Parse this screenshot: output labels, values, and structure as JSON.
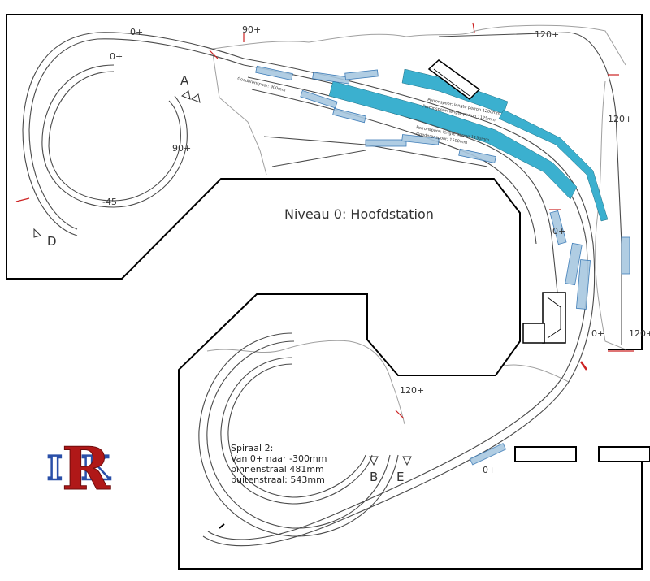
{
  "title": "Niveau 0: Hoofdstation",
  "colors": {
    "track": "#4a4a4a",
    "outline": "#000000",
    "scenery": "#9a9a9a",
    "platform": "#3bb0cf",
    "turnout": "#2a6fb0",
    "marker": "#cc2222",
    "logo_red": "#b01818",
    "logo_blue": "#2a4fa8"
  },
  "labels": {
    "height_0_top_outer": "0+",
    "height_0_top_inner": "0+",
    "height_90_top": "90+",
    "height_120_top": "120+",
    "height_120_right_upper": "120+",
    "height_90_left": "90+",
    "height_minus45": "-45",
    "height_0_right_mid": "0+",
    "height_0_right_low": "0+",
    "height_120_right_low": "120+",
    "height_120_spiral2": "120+",
    "height_0_bottom": "0+",
    "letter_a": "A",
    "letter_d": "D",
    "letter_b": "B",
    "letter_e": "E"
  },
  "platform_labels": {
    "p1_line1": "Perronspoor: lengte perron 1200mm",
    "p1_line2": "Perronspoor: lengte perron 1125mm",
    "p2_line1": "Perronspoor: lengte perron 1150mm",
    "p2_line2": "Goederenspoor: 1500mm",
    "p3": "Goederenspoor: 900mm"
  },
  "spiral_info": {
    "line1": "Spiraal 2:",
    "line2": "Van 0+ naar -300mm",
    "line3": "binnenstraal 481mm",
    "line4": "buitenstraal: 543mm"
  },
  "icons": [
    "station-building-icon",
    "small-building-icon",
    "rk-logo-icon",
    "direction-arrow-icon"
  ]
}
